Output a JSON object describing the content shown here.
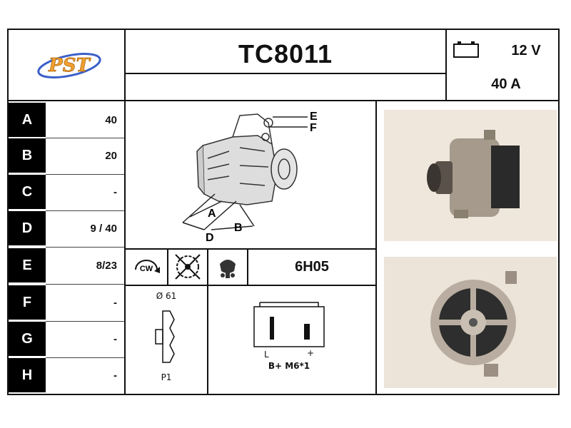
{
  "header": {
    "brand": "PST",
    "part_number": "TC8011",
    "voltage": "12 V",
    "current": "40 A",
    "battery_icon": "battery-icon"
  },
  "dimensions": [
    {
      "label": "A",
      "value": "40"
    },
    {
      "label": "B",
      "value": "20"
    },
    {
      "label": "C",
      "value": "-"
    },
    {
      "label": "D",
      "value": "9 / 40"
    },
    {
      "label": "E",
      "value": "8/23"
    },
    {
      "label": "F",
      "value": "-"
    },
    {
      "label": "G",
      "value": "-"
    },
    {
      "label": "H",
      "value": "-"
    }
  ],
  "drawing": {
    "labels": {
      "a": "A",
      "b": "B",
      "d": "D",
      "e": "E",
      "f": "F"
    }
  },
  "icons": {
    "rotation": "CW",
    "rotation_icon": "clockwise-arrow-icon",
    "fan_icon": "fan-crossed-icon",
    "regulator_icon": "regulator-icon"
  },
  "regulator_code": "6H05",
  "pulley": {
    "diameter": "Ø 61",
    "type": "P1",
    "icon": "pulley-icon"
  },
  "connector": {
    "left_label": "L",
    "right_label": "+",
    "terminal": "B+ M6*1",
    "icon": "connector-plug-icon"
  },
  "colors": {
    "border": "#111111",
    "label_bg": "#000000",
    "label_text": "#ffffff",
    "logo_orange": "#f0a030",
    "logo_blue": "#3a5fc8"
  }
}
